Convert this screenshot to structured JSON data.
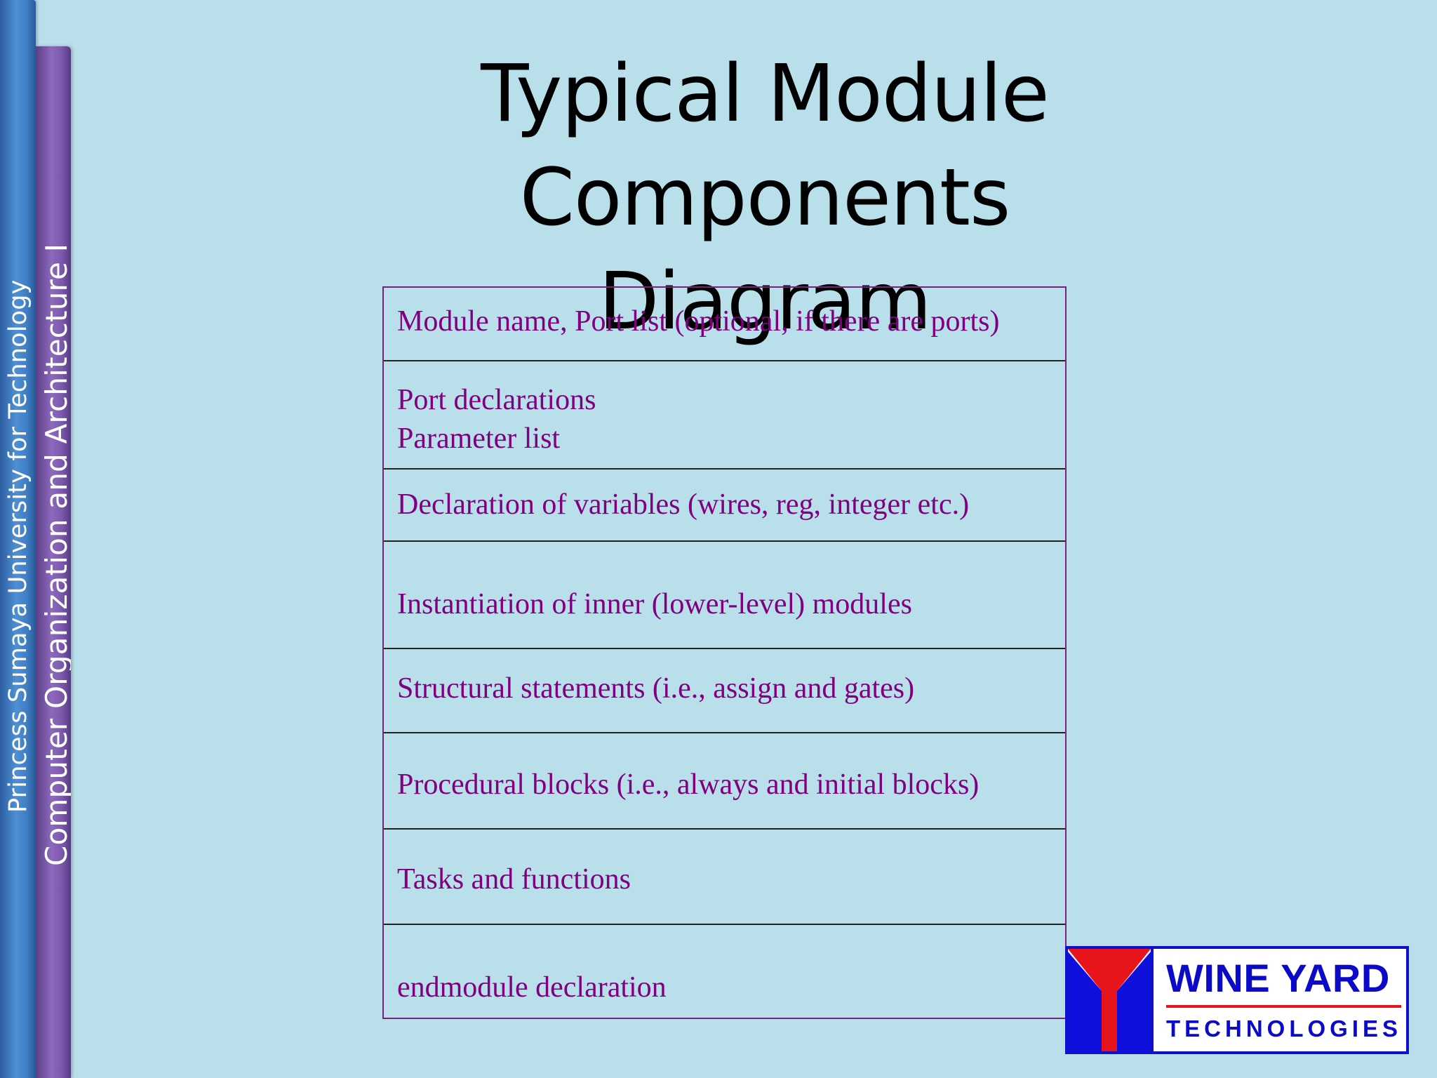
{
  "sidebar": {
    "university": "Princess Sumaya University for Technology",
    "course": "Computer Organization and Architecture I"
  },
  "slide": {
    "title_line_1": "Typical Module Components",
    "title_line_2": "Diagram"
  },
  "diagram": {
    "rows": [
      {
        "lines": [
          "Module name, Port list (optional, if there are ports)"
        ]
      },
      {
        "lines": [
          "Port declarations",
          "Parameter list"
        ]
      },
      {
        "lines": [
          "Declaration of variables (wires, reg, integer etc.)"
        ]
      },
      {
        "lines": [
          "Instantiation of inner (lower-level) modules"
        ]
      },
      {
        "lines": [
          "Structural statements (i.e., assign and gates)"
        ]
      },
      {
        "lines": [
          "Procedural blocks (i.e., always and initial blocks)"
        ]
      },
      {
        "lines": [
          "Tasks and functions"
        ]
      },
      {
        "lines": [
          "endmodule declaration"
        ]
      }
    ],
    "text_color": "#800080",
    "border_color": "#7a2080"
  },
  "logo": {
    "name": "WINE YARD",
    "subtitle": "TECHNOLOGIES",
    "colors": {
      "blue": "#0a0ac8",
      "red": "#e8141c"
    }
  }
}
